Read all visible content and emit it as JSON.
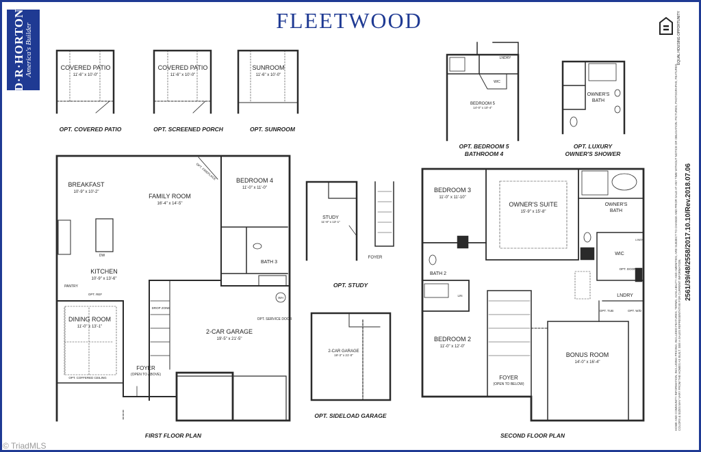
{
  "header": {
    "title": "FLEETWOOD",
    "logo_brand": "D·R·HORTON",
    "logo_tagline": "America's Builder",
    "eho_text": "EQUAL HOUSING OPPORTUNITY"
  },
  "revision": "2561/39/48/2558/2017.10.10/Rev.2018.07.06",
  "disclaimer": "HOME AND COMMUNITY INFORMATION, INCLUDING PRICING, INCLUDED FEATURES, TERMS, AVAILABILITY AND AMENITIES, ARE SUBJECT TO CHANGE AND PRIOR SALE AT ANY TIME WITHOUT NOTICE OR OBLIGATION. PICTURES, PHOTOGRAPHS, FEATURES, COLORS & SIZES MAY VARY FROM THE HOMES AS BUILT. SEE A SALES REPRESENTATIVE FOR CURRENT INFORMATION.",
  "watermark": "© TriadMLS",
  "options": {
    "covered_patio": {
      "label": "COVERED PATIO",
      "dims": "11'-6\" x 10'-0\"",
      "caption": "OPT. COVERED PATIO"
    },
    "screened_porch": {
      "label": "COVERED PATIO",
      "dims": "11'-6\" x 10'-0\"",
      "caption": "OPT. SCREENED PORCH"
    },
    "sunroom": {
      "label": "SUNROOM",
      "dims": "11'-6\" x 10'-0\"",
      "caption": "OPT. SUNROOM"
    },
    "bedroom5": {
      "label": "BEDROOM 5",
      "dims": "14'-0\" x 10'-4\"",
      "caption1": "OPT. BEDROOM 5",
      "caption2": "BATHROOM 4",
      "lndry": "LNDRY",
      "wic": "WIC"
    },
    "luxury_shower": {
      "label1": "OWNER'S",
      "label2": "BATH",
      "caption1": "OPT. LUXURY",
      "caption2": "OWNER'S SHOWER"
    },
    "study": {
      "label": "STUDY",
      "dims": "11'-8\" x 13'-1\"",
      "foyer": "FOYER",
      "caption": "OPT. STUDY"
    },
    "sideload": {
      "label": "2-CAR GARAGE",
      "dims": "19'-3\" x 21'-0\"",
      "caption": "OPT. SIDELOAD GARAGE"
    }
  },
  "first_floor": {
    "caption": "FIRST FLOOR PLAN",
    "breakfast": {
      "label": "BREAKFAST",
      "dims": "10'-9\" x 10'-2\""
    },
    "family": {
      "label": "FAMILY ROOM",
      "dims": "16'-4\" x 14'-5\""
    },
    "bedroom4": {
      "label": "BEDROOM 4",
      "dims": "11'-0\" x 11'-0\""
    },
    "kitchen": {
      "label": "KITCHEN",
      "dims": "10'-9\" x 13'-6\""
    },
    "dining": {
      "label": "DINING ROOM",
      "dims": "11'-0\" x 13'-1\""
    },
    "garage": {
      "label": "2-CAR GARAGE",
      "dims": "19'-5\" x 21'-5\""
    },
    "foyer": {
      "label": "FOYER",
      "sub": "(OPEN TO ABOVE)"
    },
    "bath3": "BATH 3",
    "pantry": "PANTRY",
    "opt_ref": "OPT. REF",
    "dw": "DW",
    "wh": "WH",
    "drop_zone": "DROP ZONE",
    "opt_fireplace": "OPT. FIREPLACE",
    "opt_service_door": "OPT. SERVICE DOOR",
    "coffered": "OPT. COFFERED CEILING"
  },
  "second_floor": {
    "caption": "SECOND FLOOR PLAN",
    "bedroom3": {
      "label": "BEDROOM 3",
      "dims": "11'-0\" x 11'-10\""
    },
    "owners_suite": {
      "label": "OWNER'S SUITE",
      "dims": "15'-9\" x 15'-8\""
    },
    "owners_bath": {
      "label1": "OWNER'S",
      "label2": "BATH"
    },
    "bath2": "BATH 2",
    "lin": "LIN",
    "linen": "LINEN",
    "wic": "WIC",
    "opt_door": "OPT. DOOR",
    "lndry": "LNDRY",
    "opt_tub": "OPT. TUB",
    "opt_wd": "OPT. W/D",
    "bedroom2": {
      "label": "BEDROOM 2",
      "dims": "11'-0\" x 12'-0\""
    },
    "foyer": {
      "label": "FOYER",
      "sub": "(OPEN TO BELOW)"
    },
    "bonus": {
      "label": "BONUS ROOM",
      "dims": "14'-0\" x 16'-4\""
    }
  }
}
